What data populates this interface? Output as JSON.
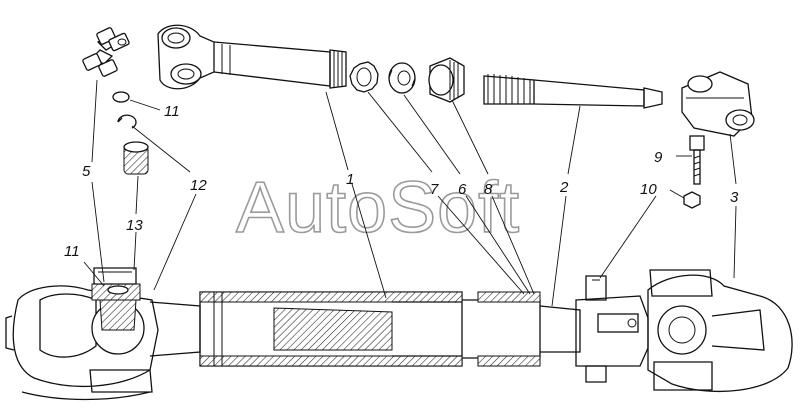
{
  "watermark": "AutoSoft",
  "callouts": {
    "c1": "1",
    "c2": "2",
    "c3": "3",
    "c5": "5",
    "c6": "6",
    "c7": "7",
    "c8": "8",
    "c9": "9",
    "c10": "10",
    "c11a": "11",
    "c11b": "11",
    "c12": "12",
    "c13": "13"
  }
}
